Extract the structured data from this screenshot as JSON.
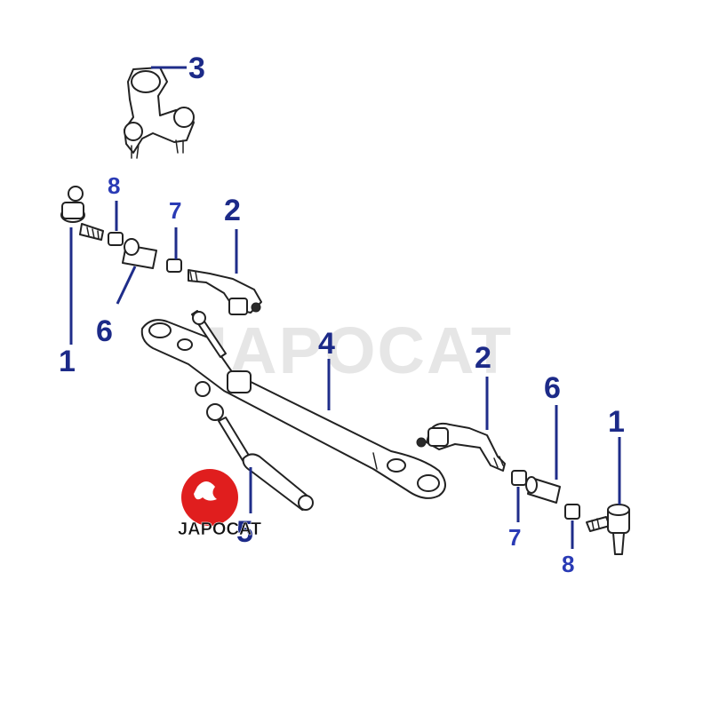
{
  "diagram": {
    "watermark_text": "JAPOCAT",
    "logo_text": "JAPOCAT",
    "label_color": "#1c2a88",
    "label_color_small": "#2a3bb5",
    "logo_color": "#e01e1e",
    "callouts": {
      "p3": "3",
      "p8_left": "8",
      "p7_left": "7",
      "p2_left": "2",
      "p6_left": "6",
      "p1_left": "1",
      "p4": "4",
      "p2_right": "2",
      "p6_right": "6",
      "p1_right": "1",
      "p5": "5",
      "p7_right": "7",
      "p8_right": "8"
    }
  }
}
